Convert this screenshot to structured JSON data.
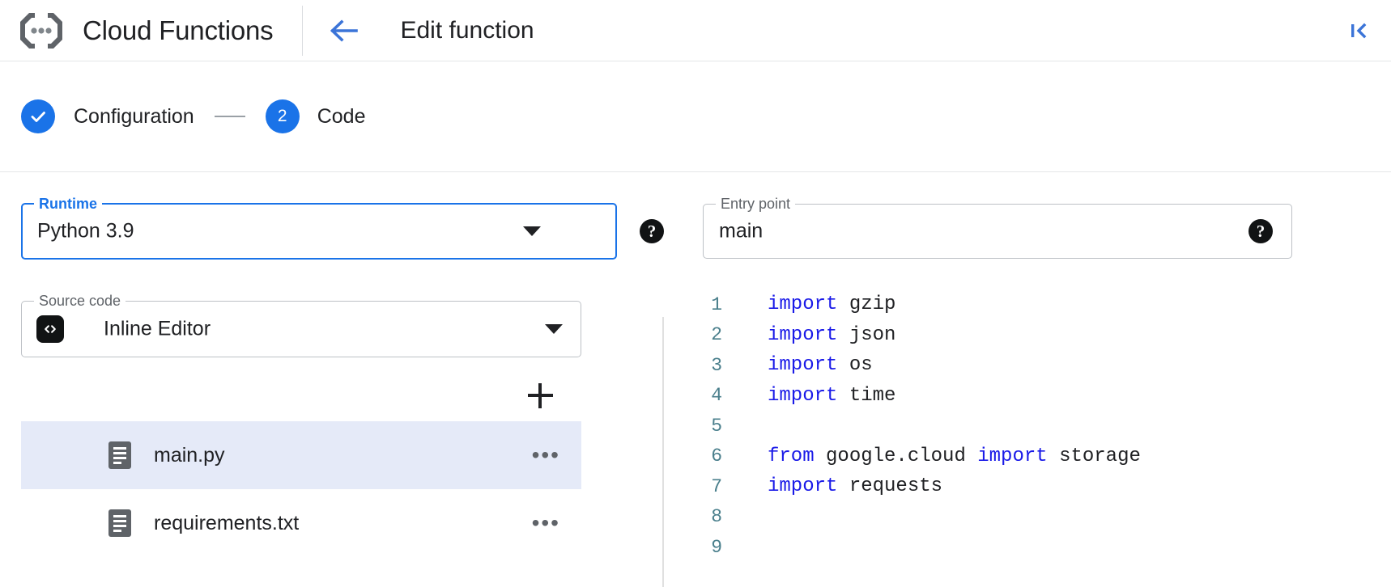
{
  "header": {
    "product_title": "Cloud Functions",
    "logo_icon": "cloud-functions-logo-icon",
    "back_icon": "arrow-left-icon",
    "page_heading": "Edit function",
    "collapse_icon": "collapse-panel-left-icon"
  },
  "stepper": {
    "steps": [
      {
        "marker": "✓",
        "label": "Configuration",
        "state": "completed"
      },
      {
        "marker": "2",
        "label": "Code",
        "state": "active"
      }
    ]
  },
  "form": {
    "runtime": {
      "label": "Runtime",
      "value": "Python 3.9",
      "focused": true,
      "dropdown_icon": "chevron-down-icon",
      "help_icon": "help-icon",
      "help_glyph": "?"
    },
    "entry_point": {
      "label": "Entry point",
      "value": "main",
      "placeholder": "Entry point",
      "help_icon": "help-icon",
      "help_glyph": "?"
    },
    "source_code": {
      "label": "Source code",
      "value": "Inline Editor",
      "leading_icon": "code-brackets-icon",
      "leading_glyph": "‹›",
      "dropdown_icon": "chevron-down-icon"
    },
    "add_file": {
      "icon": "plus-icon",
      "tooltip": "Add a file"
    },
    "files": [
      {
        "name": "main.py",
        "icon": "file-document-icon",
        "selected": true,
        "more_glyph": "•••"
      },
      {
        "name": "requirements.txt",
        "icon": "file-document-icon",
        "selected": false,
        "more_glyph": "•••"
      }
    ]
  },
  "editor": {
    "lines": [
      {
        "num": "1",
        "tokens": [
          {
            "t": "import",
            "k": true
          },
          {
            "t": " gzip",
            "k": false
          }
        ]
      },
      {
        "num": "2",
        "tokens": [
          {
            "t": "import",
            "k": true
          },
          {
            "t": " json",
            "k": false
          }
        ]
      },
      {
        "num": "3",
        "tokens": [
          {
            "t": "import",
            "k": true
          },
          {
            "t": " os",
            "k": false
          }
        ]
      },
      {
        "num": "4",
        "tokens": [
          {
            "t": "import",
            "k": true
          },
          {
            "t": " time",
            "k": false
          }
        ]
      },
      {
        "num": "5",
        "tokens": []
      },
      {
        "num": "6",
        "tokens": [
          {
            "t": "from",
            "k": true
          },
          {
            "t": " google.cloud ",
            "k": false
          },
          {
            "t": "import",
            "k": true
          },
          {
            "t": " storage",
            "k": false
          }
        ]
      },
      {
        "num": "7",
        "tokens": [
          {
            "t": "import",
            "k": true
          },
          {
            "t": " requests",
            "k": false
          }
        ]
      },
      {
        "num": "8",
        "tokens": []
      },
      {
        "num": "9",
        "tokens": []
      }
    ]
  },
  "colors": {
    "accent_blue": "#1a73e8",
    "keyword_blue": "#1a1ae8",
    "line_number": "#4a7f8c",
    "selected_row": "#e5eaf8",
    "border_gray": "#bdc1c6",
    "icon_gray": "#5f6368"
  }
}
